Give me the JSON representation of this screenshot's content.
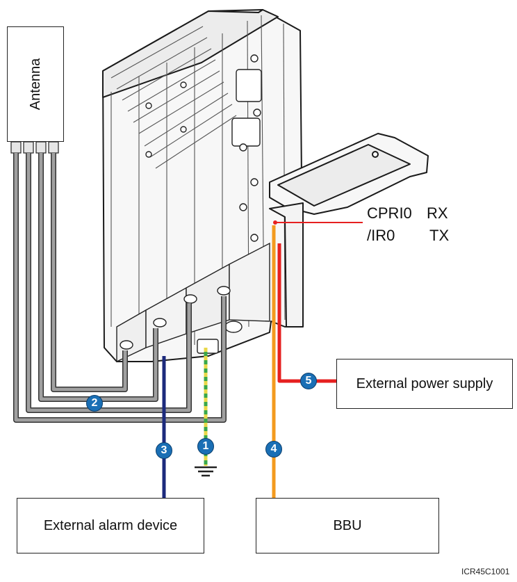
{
  "labels": {
    "antenna": "Antenna",
    "cpri_line1": "CPRI0",
    "cpri_line2": "/IR0",
    "rx": "RX",
    "tx": "TX",
    "external_power": "External power supply",
    "external_alarm": "External alarm device",
    "bbu": "BBU",
    "figure_code": "ICR45C1001"
  },
  "callouts": [
    "1",
    "2",
    "3",
    "4",
    "5"
  ],
  "colors": {
    "antenna_cable": "#a0a0a0",
    "alarm_cable": "#1c2a7c",
    "ground_cable_green": "#3aa84a",
    "ground_cable_yellow": "#e8d84a",
    "cpri_cable": "#f39a1e",
    "power_cable": "#e62020",
    "callout_fill": "#1a6fb5"
  }
}
